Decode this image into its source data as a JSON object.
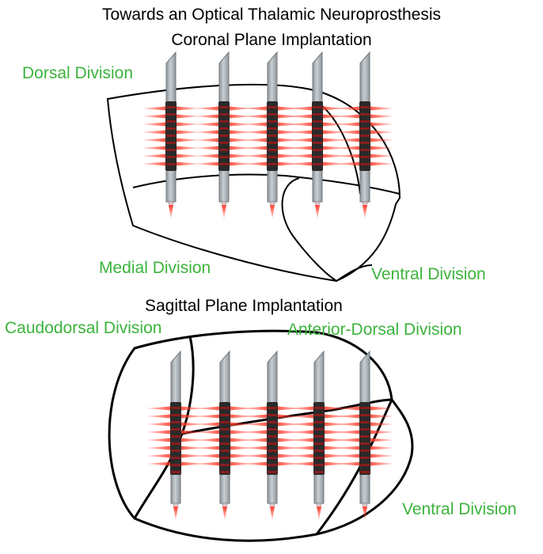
{
  "title_line1": "Towards an Optical Thalamic Neuroprosthesis",
  "coronal": {
    "title": "Coronal Plane Implantation",
    "labels": {
      "dorsal": "Dorsal Division",
      "medial": "Medial Division",
      "ventral": "Ventral Division"
    }
  },
  "sagittal": {
    "title": "Sagittal Plane Implantation",
    "labels": {
      "caudodorsal": "Caudodorsal Division",
      "anterior_dorsal": "Anterior-Dorsal Division",
      "ventral": "Ventral Division"
    }
  },
  "colors": {
    "region_label": "#3cb33c",
    "outline": "#000000",
    "probe_body": "#b8bec2",
    "probe_edge": "#70787e",
    "probe_band_dark": "#2a2a2a",
    "probe_band_red": "#8a1c1c",
    "light_emission": "#ff3b2a"
  },
  "icons": {
    "probe": "optical-probe-icon",
    "emitter": "light-emitter-icon"
  }
}
